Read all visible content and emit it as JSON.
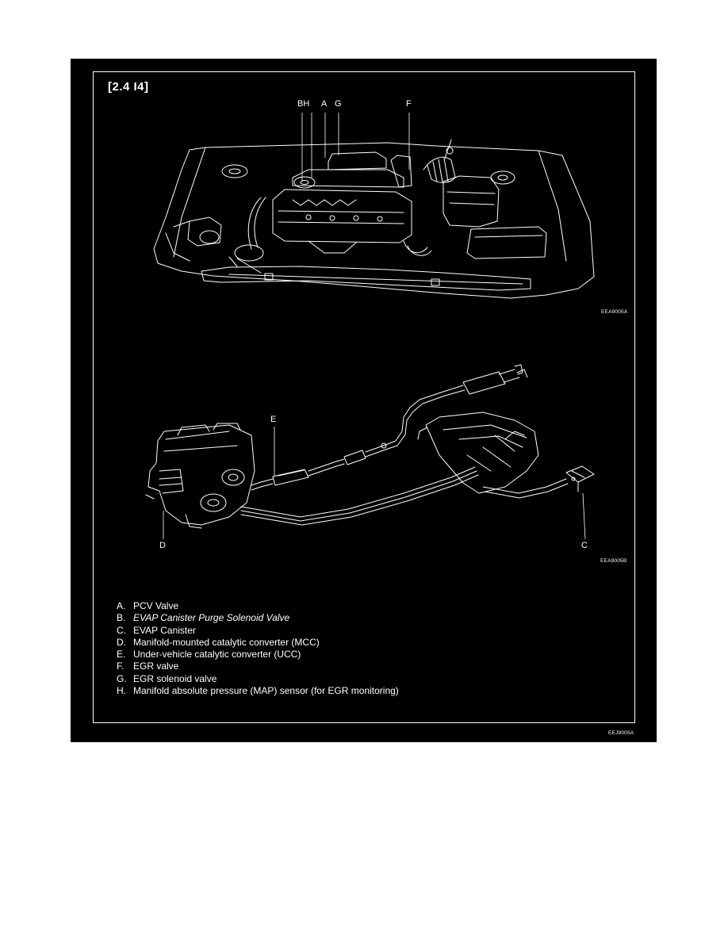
{
  "title": "[2.4 I4]",
  "callouts_top": {
    "b_h": "BH",
    "a": "A",
    "g": "G",
    "f": "F"
  },
  "callouts_bottom": {
    "e": "E",
    "d": "D",
    "c": "C"
  },
  "image_codes": {
    "top": "EEA9005A",
    "bottom": "EEA9005B",
    "page": "EEJ9005A"
  },
  "legend": [
    {
      "letter": "A.",
      "text": "PCV Valve"
    },
    {
      "letter": "B.",
      "text": "EVAP Canister Purge Solenoid Valve"
    },
    {
      "letter": "C.",
      "text": "EVAP Canister"
    },
    {
      "letter": "D.",
      "text": "Manifold-mounted catalytic converter (MCC)"
    },
    {
      "letter": "E.",
      "text": "Under-vehicle catalytic converter (UCC)"
    },
    {
      "letter": "F.",
      "text": "EGR valve"
    },
    {
      "letter": "G.",
      "text": "EGR solenoid valve"
    },
    {
      "letter": "H.",
      "text": "Manifold absolute pressure (MAP) sensor (for EGR monitoring)"
    }
  ]
}
